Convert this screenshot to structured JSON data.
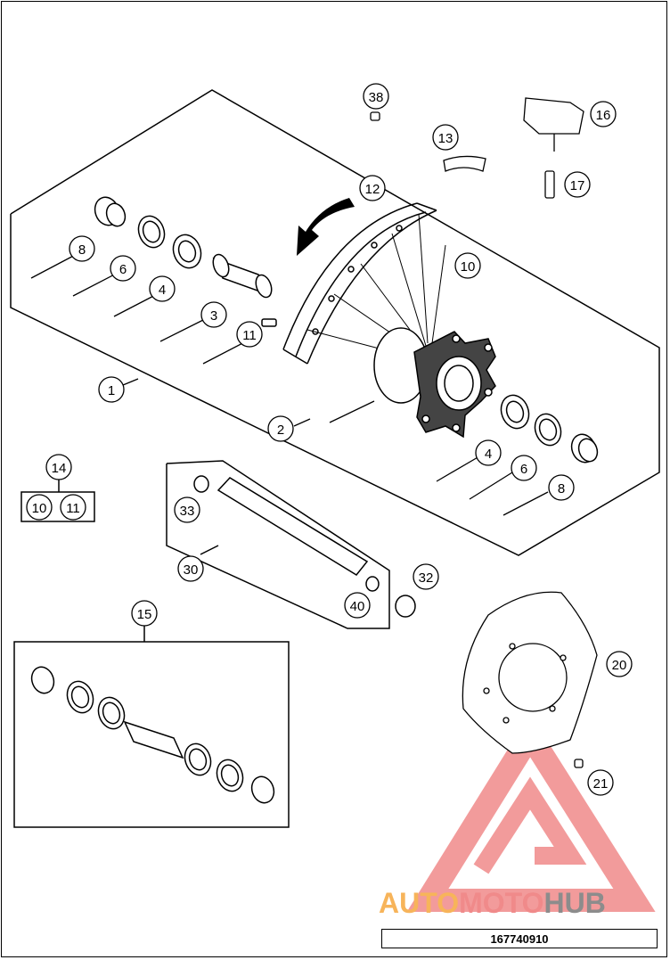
{
  "diagram": {
    "reference_number": "167740910",
    "watermark": {
      "part1": "AUTO",
      "part2": "MOTO",
      "part3": "HUB",
      "colors": {
        "auto": "#f7b45a",
        "moto": "#f08a8a",
        "hub": "#8c8c8c",
        "logo": "#f08a8a"
      }
    },
    "callouts": {
      "c1": "1",
      "c2": "2",
      "c3": "3",
      "c4a": "4",
      "c4b": "4",
      "c6a": "6",
      "c6b": "6",
      "c8a": "8",
      "c8b": "8",
      "c10": "10",
      "c10b": "10",
      "c11": "11",
      "c11b": "11",
      "c12": "12",
      "c13": "13",
      "c14": "14",
      "c15": "15",
      "c16": "16",
      "c17": "17",
      "c20": "20",
      "c21": "21",
      "c30": "30",
      "c32": "32",
      "c33": "33",
      "c38": "38",
      "c40": "40"
    }
  }
}
